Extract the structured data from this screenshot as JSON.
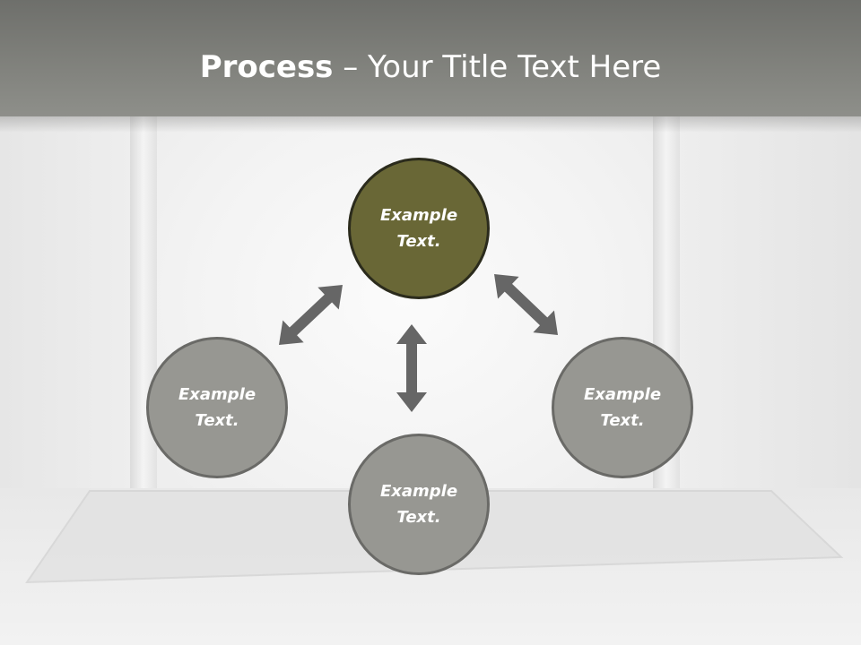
{
  "slide": {
    "title_bold": "Process",
    "title_rest": " – Your Title Text Here"
  },
  "diagram": {
    "nodes": {
      "top": {
        "text": "Example Text.",
        "color": "#696736"
      },
      "left": {
        "text": "Example Text.",
        "color": "#979792"
      },
      "bottom": {
        "text": "Example Text.",
        "color": "#979792"
      },
      "right": {
        "text": "Example Text.",
        "color": "#979792"
      }
    },
    "arrows": [
      {
        "from": "top",
        "to": "left",
        "type": "double-headed"
      },
      {
        "from": "top",
        "to": "bottom",
        "type": "double-headed"
      },
      {
        "from": "top",
        "to": "right",
        "type": "double-headed"
      }
    ],
    "arrow_color": "#666666"
  }
}
